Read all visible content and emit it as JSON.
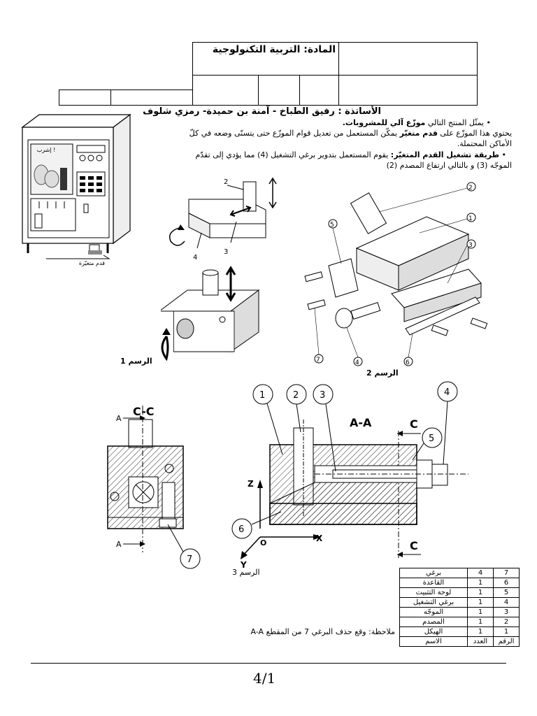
{
  "header": {
    "subject": "المادة: التربية التكنولوجية",
    "teachers": "الأساتذة : رفيق الطباخ - آمنة بن حميدة- رمزي شلوف"
  },
  "intro": {
    "line1_prefix": "يمثّل المنتج التالي",
    "line1_bold": "موزّع آلي للمشروبات.",
    "line2_prefix": "يحتوي هذا الموزّع على",
    "line2_bold": "قدم متغيّر",
    "line2_suffix": "يمكّن المستعمل من تعديل قوام الموزّع حتى يتسنّى وضعه في كلّ",
    "line3": "الأماكن المحتملة.",
    "method_bold": "طريقة تشغيل القدم المتغيّر:",
    "method_text": "يقوم المستعمل بتدوير برغي التشغيل (4) مما يؤدي إلى تقدّم",
    "method_line2": "الموجّه (3) و بالتالي ارتفاع المصدم (2)"
  },
  "vending": {
    "sign": "إشرب !",
    "foot_label": "قدم متغيّرة"
  },
  "figures": {
    "fig1_label": "الرسم 1",
    "fig2_label": "الرسم 2",
    "fig3_label": "الرسم 3",
    "section_cc": "C-C",
    "section_aa": "A-A",
    "c_mark": "C",
    "a_mark": "A",
    "axis_z": "Z",
    "axis_x": "X",
    "axis_y": "Y",
    "origin": "O",
    "fig1_callouts": [
      "2",
      "3",
      "4"
    ],
    "fig2_callouts": [
      "1",
      "2",
      "3",
      "4",
      "5",
      "6",
      "7"
    ],
    "fig3_callouts": [
      "1",
      "2",
      "3",
      "4",
      "5",
      "6",
      "7"
    ]
  },
  "note": "ملاحظة: وقع حذف البرغي 7 من المقطع A-A",
  "parts_table": {
    "headers": {
      "name": "الاسم",
      "qty": "العدد",
      "num": "الرقم"
    },
    "rows": [
      {
        "num": "7",
        "qty": "4",
        "name": "برغي"
      },
      {
        "num": "6",
        "qty": "1",
        "name": "القاعدة"
      },
      {
        "num": "5",
        "qty": "1",
        "name": "لوحة التثبيت"
      },
      {
        "num": "4",
        "qty": "1",
        "name": "برغي التشغيل"
      },
      {
        "num": "3",
        "qty": "1",
        "name": "الموجّه"
      },
      {
        "num": "2",
        "qty": "1",
        "name": "المصدم"
      },
      {
        "num": "1",
        "qty": "1",
        "name": "الهيكل"
      }
    ]
  },
  "page_number": "4/1"
}
